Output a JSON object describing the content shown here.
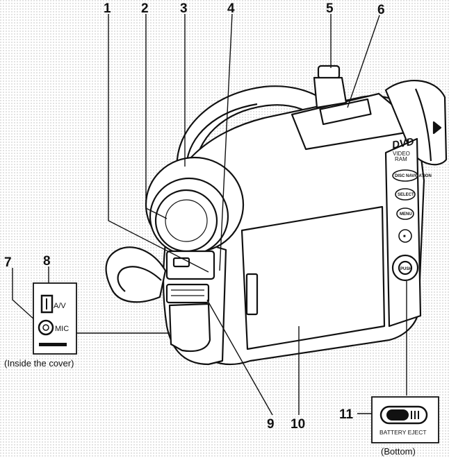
{
  "callouts": [
    "1",
    "2",
    "3",
    "4",
    "5",
    "6",
    "7",
    "8",
    "9",
    "10",
    "11"
  ],
  "inset_left": {
    "av_label": "A/V",
    "mic_label": "MIC",
    "caption": "(Inside the cover)"
  },
  "inset_bottom": {
    "eject_label": "BATTERY EJECT",
    "caption": "(Bottom)"
  },
  "camera_text": {
    "dvd_logo": "DVD",
    "dvd_sub": "VIDEO",
    "ram": "RAM",
    "buttons": [
      "DISC NAVIGATION",
      "SELECT",
      "MENU",
      "■",
      "PUSH"
    ]
  },
  "colors": {
    "line": "#111111",
    "dots": "#b8b8b8",
    "body": "#ffffff"
  }
}
